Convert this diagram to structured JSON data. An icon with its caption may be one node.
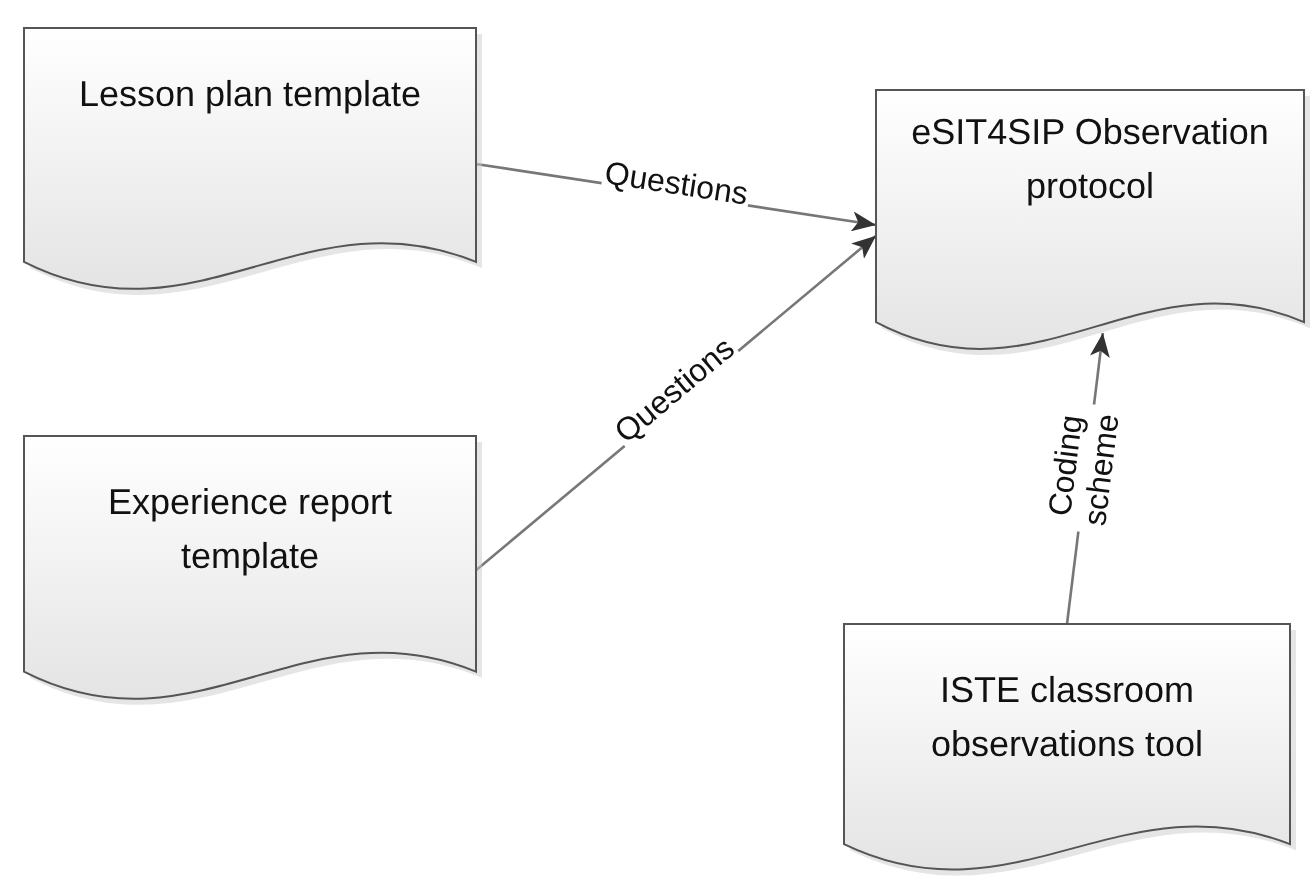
{
  "diagram": {
    "nodes": [
      {
        "text": [
          "Lesson plan template"
        ]
      },
      {
        "text": [
          "eSIT4SIP Observation protocol"
        ]
      },
      {
        "text": [
          "Experience report template"
        ]
      },
      {
        "text": [
          "ISTE classroom observations tool"
        ]
      }
    ],
    "edges": [
      {
        "from": 0,
        "to": 1,
        "arrow": "to",
        "label": "Questions"
      },
      {
        "from": 2,
        "to": 1,
        "arrow": "to",
        "label": "Questions"
      },
      {
        "from": 3,
        "to": 1,
        "arrow": "to",
        "label": "Coding scheme"
      }
    ]
  }
}
